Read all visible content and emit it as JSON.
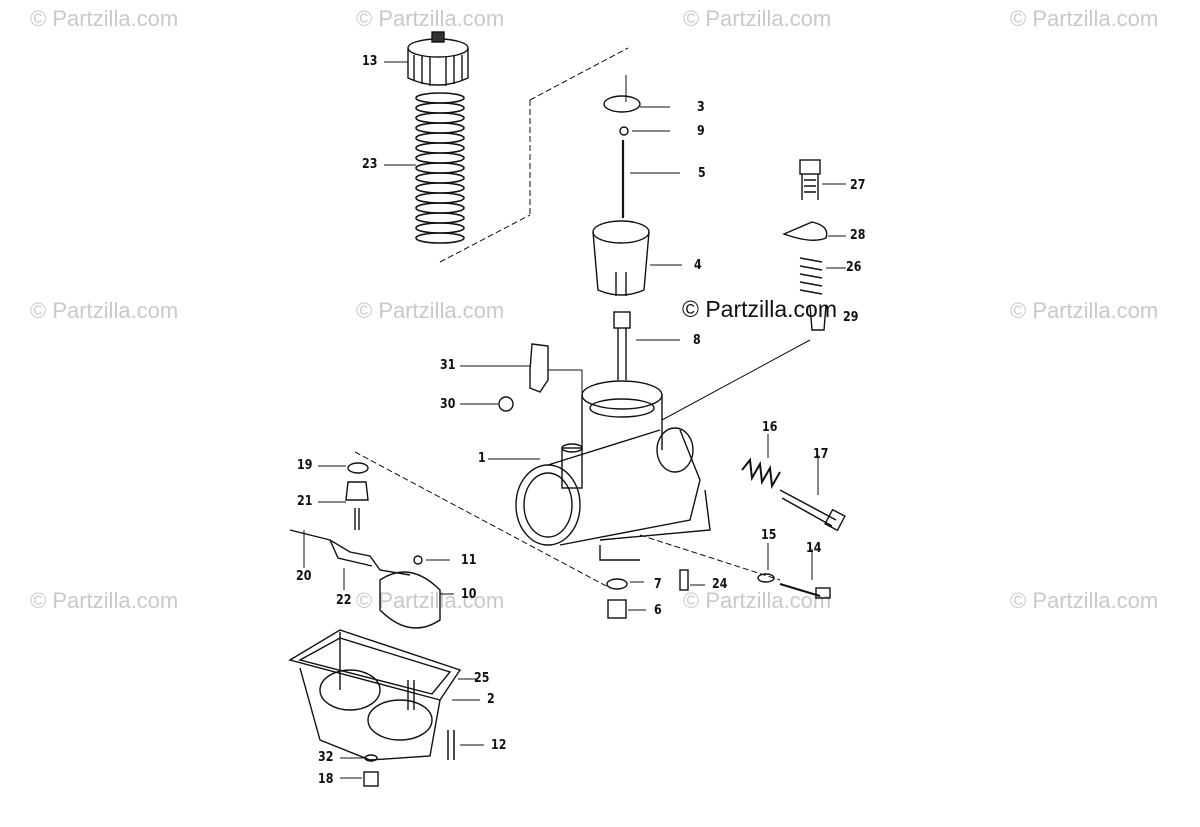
{
  "watermark": {
    "text": "© Partzilla.com",
    "center_text": "© Partzilla.com"
  },
  "callouts": {
    "c1": "1",
    "c2": "2",
    "c3": "3",
    "c4": "4",
    "c5": "5",
    "c6": "6",
    "c7": "7",
    "c8": "8",
    "c9": "9",
    "c10": "10",
    "c11": "11",
    "c12": "12",
    "c13": "13",
    "c14": "14",
    "c15": "15",
    "c16": "16",
    "c17": "17",
    "c18": "18",
    "c19": "19",
    "c20": "20",
    "c21": "21",
    "c22": "22",
    "c23": "23",
    "c24": "24",
    "c25": "25",
    "c26": "26",
    "c27": "27",
    "c28": "28",
    "c29": "29",
    "c30": "30",
    "c31": "31",
    "c32": "32"
  },
  "colors": {
    "ink": "#111111",
    "watermark": "#c9c9c9",
    "background": "#ffffff"
  }
}
